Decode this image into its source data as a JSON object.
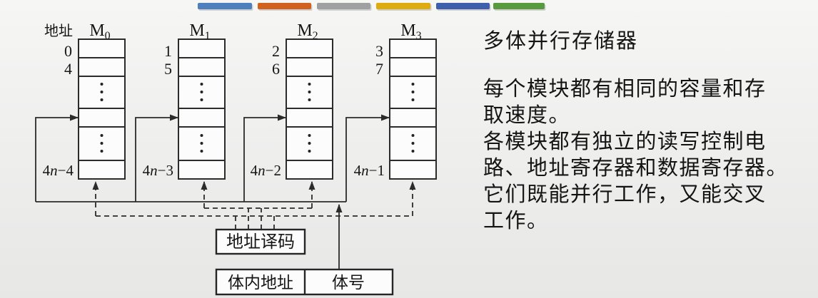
{
  "top_bars": {
    "colors": [
      "#4d80bd",
      "#d0611e",
      "#9fa0a2",
      "#dfac10",
      "#3e60ac",
      "#579b3e"
    ]
  },
  "diagram": {
    "address_label": "地址",
    "modules": [
      {
        "label_base": "M",
        "label_sub": "0",
        "addr_row1": "0",
        "addr_row2": "4",
        "last_prefix": "4",
        "last_var": "n",
        "last_suffix": "−4"
      },
      {
        "label_base": "M",
        "label_sub": "1",
        "addr_row1": "1",
        "addr_row2": "5",
        "last_prefix": "4",
        "last_var": "n",
        "last_suffix": "−3"
      },
      {
        "label_base": "M",
        "label_sub": "2",
        "addr_row1": "2",
        "addr_row2": "6",
        "last_prefix": "4",
        "last_var": "n",
        "last_suffix": "−2"
      },
      {
        "label_base": "M",
        "label_sub": "3",
        "addr_row1": "3",
        "addr_row2": "7",
        "last_prefix": "4",
        "last_var": "n",
        "last_suffix": "−1"
      }
    ],
    "decoder_label": "地址译码",
    "register": {
      "left_label": "体内地址",
      "right_label": "体号"
    }
  },
  "right_panel": {
    "title": "多体并行存储器",
    "lines": [
      "每个模块都有相同的容量和存",
      "取速度。",
      "各模块都有独立的读写控制电",
      "路、地址寄存器和数据寄存器。",
      "它们既能并行工作，又能交叉",
      "工作。"
    ]
  }
}
